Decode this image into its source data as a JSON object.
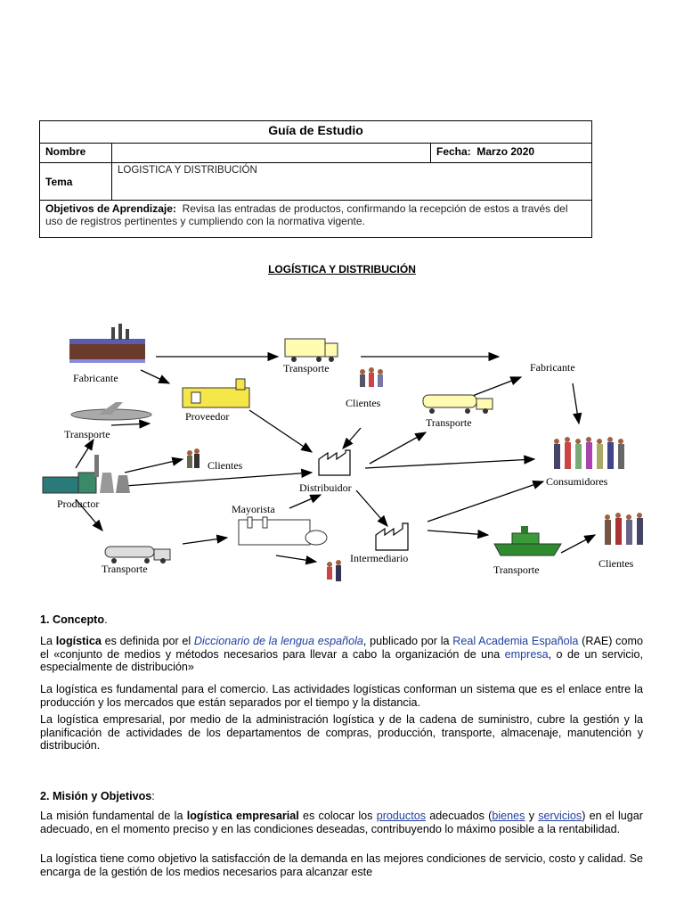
{
  "header": {
    "title": "Guía de Estudio",
    "nombre_label": "Nombre",
    "fecha_label": "Fecha:",
    "fecha_value": "Marzo 2020",
    "tema_label": "Tema",
    "tema_value": "LOGISTICA Y DISTRIBUCIÓN",
    "objetivos_label": "Objetivos de Aprendizaje:",
    "objetivos_value": "Revisa las entradas de productos, confirmando la recepción de estos a través del uso de registros pertinentes y cumpliendo con la normativa vigente."
  },
  "section_title": "LOGÍSTICA Y DISTRIBUCIÓN",
  "diagram": {
    "labels": {
      "fabricante_left": "Fabricante",
      "transporte_top": "Transporte",
      "fabricante_right": "Fabricante",
      "proveedor": "Proveedor",
      "clientes_top": "Clientes",
      "transporte_left": "Transporte",
      "transporte_right": "Transporte",
      "clientes_mid": "Clientes",
      "distribuidor": "Distribuidor",
      "consumidores": "Consumidores",
      "productor": "Productor",
      "mayorista": "Mayorista",
      "intermediario": "Intermediario",
      "transporte_bottom_left": "Transporte",
      "transporte_bottom_right": "Transporte",
      "clientes_bottom": "Clientes"
    }
  },
  "s1": {
    "heading": "1. Concepto",
    "p1_a": "La ",
    "p1_b": "logística",
    "p1_c": " es definida por el ",
    "p1_d": "Diccionario de la lengua española",
    "p1_e": ", publicado por la ",
    "p1_f": "Real Academia Española",
    "p1_g": " (RAE) como el «conjunto de medios y métodos necesarios para llevar a cabo la organización de una ",
    "p1_h": "empresa",
    "p1_i": ", o de un servicio, especialmente de distribución»",
    "p2": "La logística es fundamental para el comercio. Las actividades logísticas conforman un sistema que es el enlace entre la producción y los mercados que están separados por el tiempo y la distancia.",
    "p3": "La logística empresarial, por medio de la administración logística y de la cadena de suministro, cubre la gestión y la planificación de actividades de los departamentos de compras, producción, transporte, almacenaje, manutención y distribución."
  },
  "s2": {
    "heading": "2. Misión y Objetivos",
    "p1_a": "La misión fundamental de la ",
    "p1_b": "logística empresarial",
    "p1_c": " es colocar los ",
    "p1_d": "productos",
    "p1_e": " adecuados (",
    "p1_f": "bienes",
    "p1_g": " y ",
    "p1_h": "servicios",
    "p1_i": ") en el lugar adecuado, en el momento preciso y en las condiciones deseadas, contribuyendo lo máximo posible a la rentabilidad.",
    "p2": "La logística tiene como objetivo la satisfacción de la demanda en las mejores condiciones de servicio, costo y calidad. Se encarga de la gestión de los medios necesarios para alcanzar este"
  }
}
